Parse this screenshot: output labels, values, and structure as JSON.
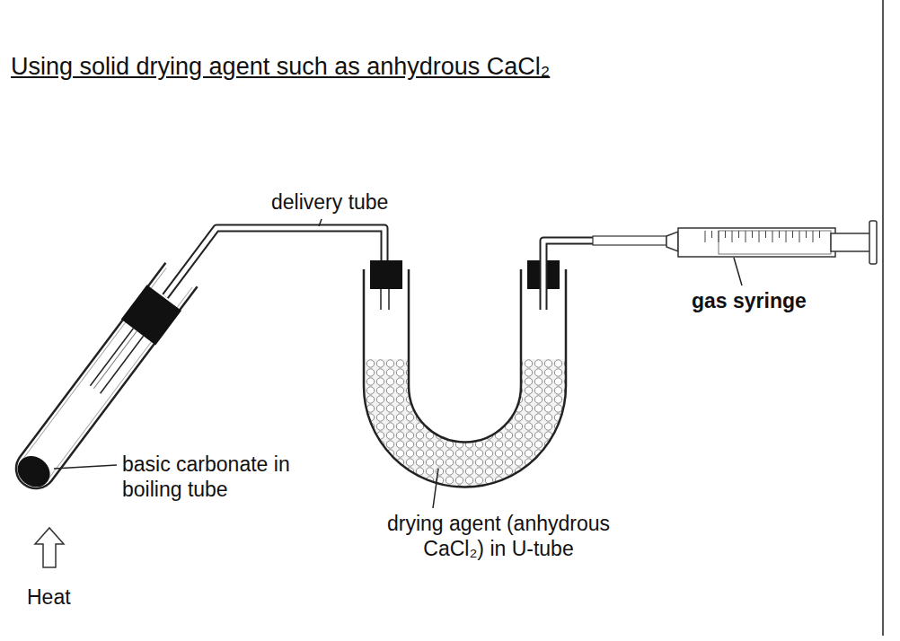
{
  "diagram": {
    "title": "Using solid drying agent such as anhydrous CaCl₂",
    "labels": [
      "delivery tube",
      "gas syringe",
      "basic carbonate in boiling tube",
      "Heat",
      "drying agent (anhydrous CaCl₂) in U-tube"
    ]
  }
}
